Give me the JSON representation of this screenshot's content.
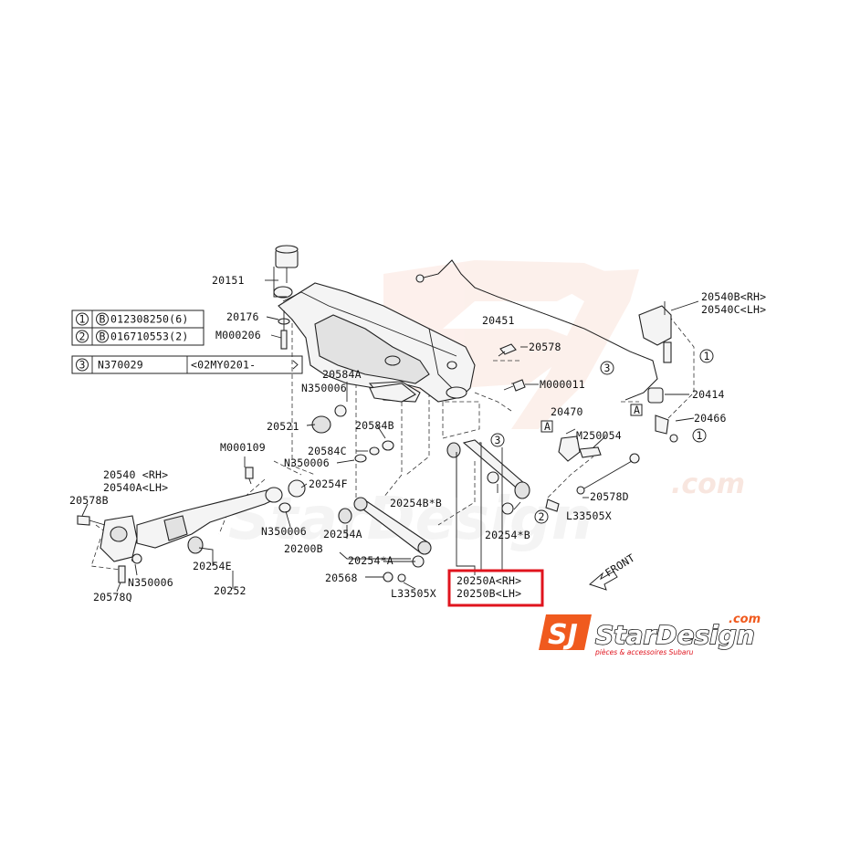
{
  "legend": {
    "rows": [
      {
        "num": "1",
        "mark": "B",
        "code": "012308250(6)"
      },
      {
        "num": "2",
        "mark": "B",
        "code": "016710553(2)"
      }
    ],
    "row3": {
      "num": "3",
      "code": "N370029",
      "range": "<02MY0201-"
    }
  },
  "labels": {
    "p20151": "20151",
    "p20176": "20176",
    "pM000206": "M000206",
    "p20451": "20451",
    "p20578": "20578",
    "p20540B": "20540B<RH>",
    "p20540C": "20540C<LH>",
    "p20584A": "20584A",
    "pN350006a": "N350006",
    "pM000011": "M000011",
    "p20414": "20414",
    "p20466": "20466",
    "p20521": "20521",
    "p20584B": "20584B",
    "p20470": "20470",
    "pA1": "A",
    "pM250054": "M250054",
    "pM000109": "M000109",
    "p20584C": "20584C",
    "pN350006b": "N350006",
    "p20540": "20540 <RH>",
    "p20540A": "20540A<LH>",
    "p20254F": "20254F",
    "p20254BB": "20254B*B",
    "p20578D": "20578D",
    "p20578B": "20578B",
    "pL33505Xa": "L33505X",
    "p20254B2": "20254*B",
    "pN350006c": "N350006",
    "p20254A": "20254A",
    "p20200B": "20200B",
    "p20254AA": "20254*A",
    "pN350006d": "N350006",
    "p20254E": "20254E",
    "p20568": "20568",
    "pL33505Xb": "L33505X",
    "p20578Q": "20578Q",
    "p20252": "20252",
    "p20250A": "20250A<RH>",
    "p20250B": "20250B<LH>",
    "pA2": "A",
    "front": "FRONT",
    "c1a": "1",
    "c1b": "1",
    "c2": "2",
    "c3a": "3",
    "c3b": "3"
  },
  "watermark": {
    "url": ".com",
    "brand_mid": "StarDesign"
  },
  "logo": {
    "mark": "SJ",
    "brand": "StarDesign",
    "dotcom": ".com",
    "tagline": "pièces & accessoires Subaru"
  },
  "colors": {
    "highlight": "#e0141e",
    "logo_orange": "#f05a1e",
    "watermark": "#fbe4dc"
  }
}
